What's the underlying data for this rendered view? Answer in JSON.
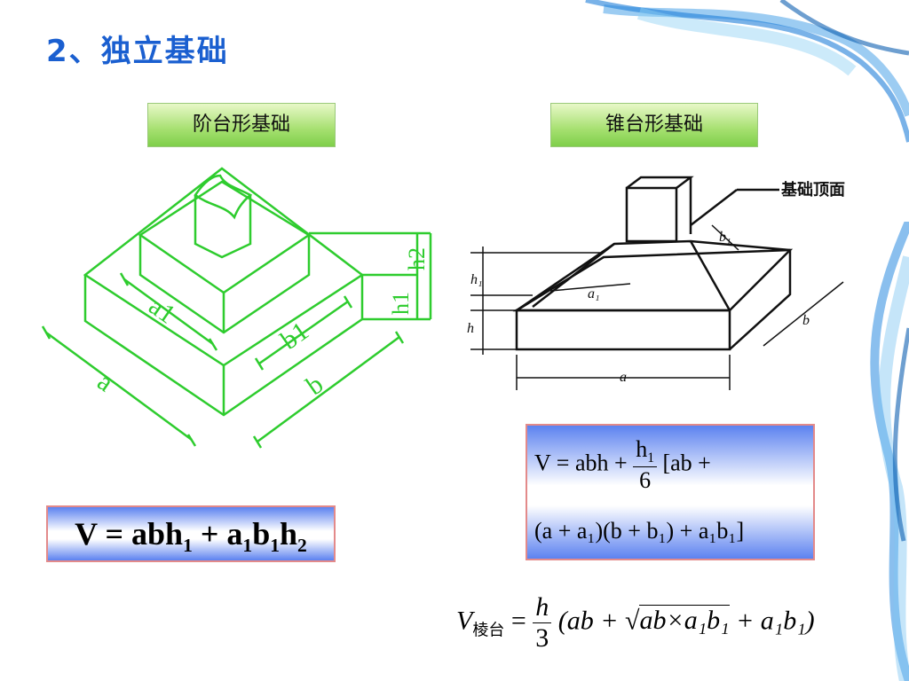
{
  "title": "2、独立基础",
  "stepped": {
    "label": "阶台形基础",
    "dims": {
      "a": "a",
      "b": "b",
      "a1": "a1",
      "b1": "b1",
      "h1": "h1",
      "h2": "h2"
    },
    "formula": {
      "v": "V",
      "eq": "=",
      "t1": "abh",
      "t1s": "1",
      "plus": "+",
      "a": "a",
      "as": "1",
      "b": "b",
      "bs": "1",
      "h": "h",
      "hs": "2"
    }
  },
  "tapered": {
    "label": "锥台形基础",
    "callout": "基础顶面",
    "dims": {
      "a": "a",
      "b": "b",
      "a1": "a₁",
      "b1": "b₁",
      "h": "h",
      "h1": "h₁"
    },
    "formula": {
      "line1_left": "V = abh + ",
      "frac_num": "h",
      "frac_num_sub": "1",
      "frac_den": "6",
      "line1_right": "[ab +",
      "line2": "(a + a₁)(b + b₁) + a₁b₁]"
    }
  },
  "frustum_formula": {
    "v": "V",
    "v_sub": "棱台",
    "eq": "=",
    "frac_num": "h",
    "frac_den": "3",
    "open": "(ab +",
    "sqrt_content": "ab×a₁b₁",
    "close": "+ a₁b₁)"
  },
  "colors": {
    "title": "#1a5fd0",
    "diagram_green": "#2ecc2e",
    "box_blue": "#5c82f0",
    "box_border": "#e38a8a"
  }
}
